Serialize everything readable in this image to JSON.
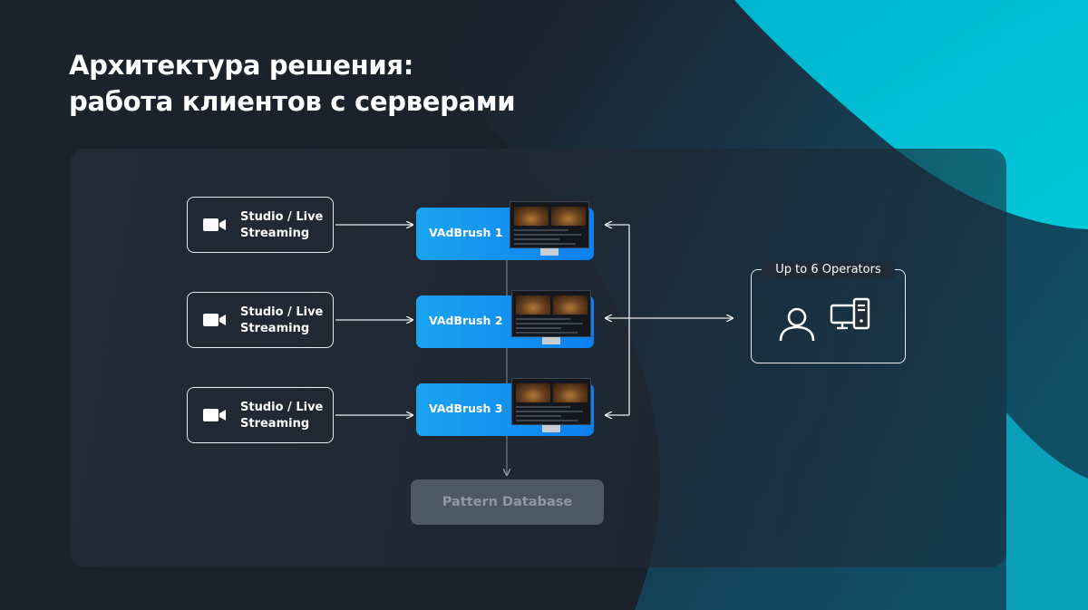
{
  "slide": {
    "title_line1": "Архитектура решения:",
    "title_line2": "работа клиентов с серверами"
  },
  "colors": {
    "background": "#1b222c",
    "accent_cyan": "#00c3d8",
    "server_blue": "#0c7ff0",
    "database": "#4d5865"
  },
  "sources": [
    {
      "label": "Studio / Live Streaming",
      "icon": "video-camera-icon"
    },
    {
      "label": "Studio / Live Streaming",
      "icon": "video-camera-icon"
    },
    {
      "label": "Studio / Live Streaming",
      "icon": "video-camera-icon"
    }
  ],
  "servers": [
    {
      "label": "VAdBrush 1"
    },
    {
      "label": "VAdBrush 2"
    },
    {
      "label": "VAdBrush 3"
    }
  ],
  "database": {
    "label": "Pattern Database"
  },
  "operators": {
    "label": "Up to 6 Operators",
    "icons": [
      "user-icon",
      "desktop-computer-icon"
    ]
  }
}
